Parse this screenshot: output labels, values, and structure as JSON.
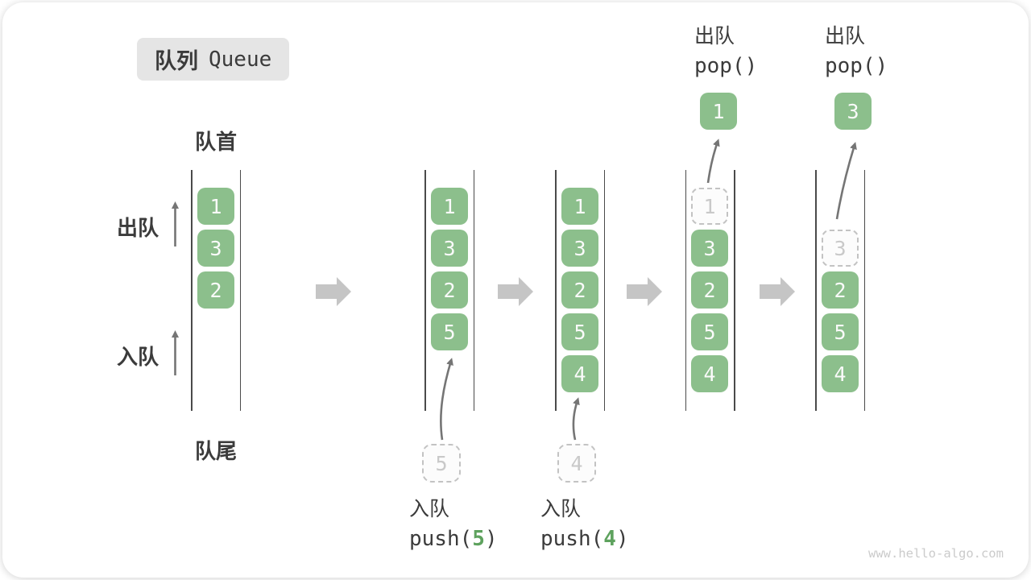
{
  "title": {
    "zh": "队列",
    "en": "Queue"
  },
  "labels": {
    "front": "队首",
    "rear": "队尾",
    "dequeue_side": "出队",
    "enqueue_side": "入队"
  },
  "operations": {
    "enqueue5": {
      "label_zh": "入队",
      "code_prefix": "push(",
      "arg": "5",
      "code_suffix": ")"
    },
    "enqueue4": {
      "label_zh": "入队",
      "code_prefix": "push(",
      "arg": "4",
      "code_suffix": ")"
    },
    "pop1": {
      "label_zh": "出队",
      "code": "pop()"
    },
    "pop2": {
      "label_zh": "出队",
      "code": "pop()"
    }
  },
  "states": [
    {
      "queue": [
        "1",
        "3",
        "2"
      ]
    },
    {
      "queue": [
        "1",
        "3",
        "2",
        "5"
      ],
      "incoming_value": "5"
    },
    {
      "queue": [
        "1",
        "3",
        "2",
        "5",
        "4"
      ],
      "incoming_value": "4"
    },
    {
      "queue": [
        "3",
        "2",
        "5",
        "4"
      ],
      "removed_value": "1",
      "popped_value": "1"
    },
    {
      "queue": [
        "2",
        "5",
        "4"
      ],
      "removed_value": "3",
      "popped_value": "3"
    }
  ],
  "watermark": "www.hello-algo.com",
  "colors": {
    "box_green": "#8cbf8c",
    "box_text": "#fafafa",
    "accent_green": "#5ea25e",
    "dashed_border": "#c3c3c3",
    "dashed_text": "#c9c9c9",
    "label_dark": "#3b3b3b",
    "arrow_gray": "#757575",
    "block_arrow_gray": "#c5c5c5",
    "title_bg": "#e5e5e5",
    "watermark_gray": "#cbcbcb"
  }
}
